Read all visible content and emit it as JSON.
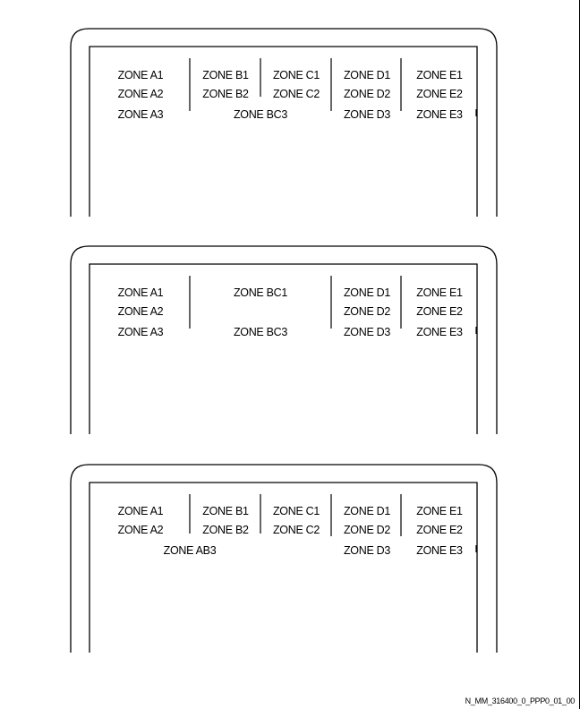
{
  "panels": [
    {
      "zones": [
        {
          "id": "a1",
          "label": "ZONE A1"
        },
        {
          "id": "a2",
          "label": "ZONE A2"
        },
        {
          "id": "a3",
          "label": "ZONE A3"
        },
        {
          "id": "b1",
          "label": "ZONE B1"
        },
        {
          "id": "b2",
          "label": "ZONE B2"
        },
        {
          "id": "c1",
          "label": "ZONE C1"
        },
        {
          "id": "c2",
          "label": "ZONE C2"
        },
        {
          "id": "bc3",
          "label": "ZONE BC3"
        },
        {
          "id": "d1",
          "label": "ZONE D1"
        },
        {
          "id": "d2",
          "label": "ZONE D2"
        },
        {
          "id": "d3",
          "label": "ZONE D3"
        },
        {
          "id": "e1",
          "label": "ZONE E1"
        },
        {
          "id": "e2",
          "label": "ZONE E2"
        },
        {
          "id": "e3",
          "label": "ZONE E3"
        }
      ]
    },
    {
      "zones": [
        {
          "id": "a1",
          "label": "ZONE A1"
        },
        {
          "id": "a2",
          "label": "ZONE A2"
        },
        {
          "id": "a3",
          "label": "ZONE A3"
        },
        {
          "id": "bc1",
          "label": "ZONE BC1"
        },
        {
          "id": "bc3",
          "label": "ZONE BC3"
        },
        {
          "id": "d1",
          "label": "ZONE D1"
        },
        {
          "id": "d2",
          "label": "ZONE D2"
        },
        {
          "id": "d3",
          "label": "ZONE D3"
        },
        {
          "id": "e1",
          "label": "ZONE E1"
        },
        {
          "id": "e2",
          "label": "ZONE E2"
        },
        {
          "id": "e3",
          "label": "ZONE E3"
        }
      ]
    },
    {
      "zones": [
        {
          "id": "a1",
          "label": "ZONE A1"
        },
        {
          "id": "a2",
          "label": "ZONE A2"
        },
        {
          "id": "b1",
          "label": "ZONE B1"
        },
        {
          "id": "b2",
          "label": "ZONE B2"
        },
        {
          "id": "c1",
          "label": "ZONE C1"
        },
        {
          "id": "c2",
          "label": "ZONE C2"
        },
        {
          "id": "ab3",
          "label": "ZONE AB3"
        },
        {
          "id": "d1",
          "label": "ZONE D1"
        },
        {
          "id": "d2",
          "label": "ZONE D2"
        },
        {
          "id": "d3",
          "label": "ZONE D3"
        },
        {
          "id": "e1",
          "label": "ZONE E1"
        },
        {
          "id": "e2",
          "label": "ZONE E2"
        },
        {
          "id": "e3",
          "label": "ZONE E3"
        }
      ]
    }
  ],
  "reference_code": "N_MM_316400_0_PPP0_01_00"
}
